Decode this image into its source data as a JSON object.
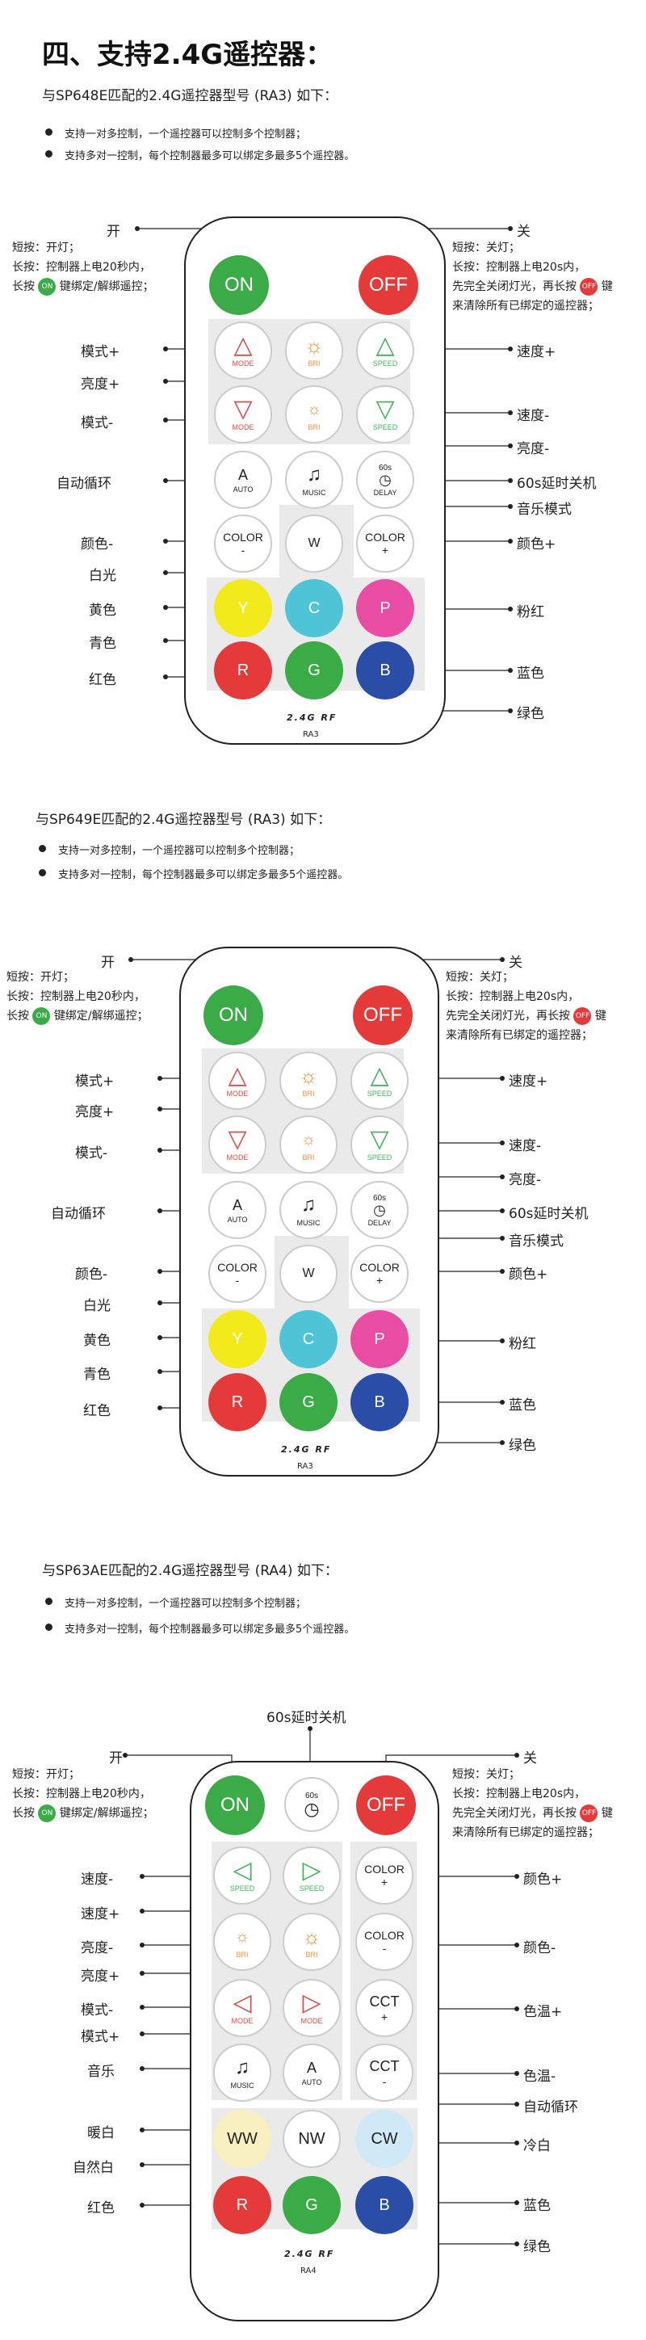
{
  "heading": "四、支持2.4G遥控器：",
  "sections": [
    {
      "intro": "与SP648E匹配的2.4G遥控器型号 (RA3) 如下：",
      "bullets": [
        "支持一对多控制，一个遥控器可以控制多个控制器；",
        "支持多对一控制，每个控制器最多可以绑定多最多5个遥控器。"
      ],
      "labels": {
        "on": "开",
        "off": "关",
        "mode_up": "模式+",
        "bri_up": "亮度+",
        "mode_down": "模式-",
        "auto": "自动循环",
        "color_down": "颜色-",
        "white": "白光",
        "yellow": "黄色",
        "cyan": "青色",
        "red": "红色",
        "speed_up": "速度+",
        "speed_down": "速度-",
        "bri_down": "亮度-",
        "delay": "60s延时关机",
        "music": "音乐模式",
        "color_up": "颜色+",
        "pink": "粉红",
        "blue": "蓝色",
        "green": "绿色"
      },
      "note_left": [
        "短按：开灯；",
        "长按：控制器上电20秒内，",
        "长按",
        "键绑定/解绑遥控；"
      ],
      "note_right": [
        "短按：关灯；",
        "长按：控制器上电20s内，",
        "先完全关闭灯光，再长按",
        "键",
        "来清除所有已绑定的遥控器；"
      ],
      "model": "RA3"
    },
    {
      "intro": "与SP649E匹配的2.4G遥控器型号 (RA3) 如下：",
      "bullets": [
        "支持一对多控制，一个遥控器可以控制多个控制器；",
        "支持多对一控制，每个控制器最多可以绑定多最多5个遥控器。"
      ],
      "labels": {
        "on": "开",
        "off": "关",
        "mode_up": "模式+",
        "bri_up": "亮度+",
        "mode_down": "模式-",
        "auto": "自动循环",
        "color_down": "颜色-",
        "white": "白光",
        "yellow": "黄色",
        "cyan": "青色",
        "red": "红色",
        "speed_up": "速度+",
        "speed_down": "速度-",
        "bri_down": "亮度-",
        "delay": "60s延时关机",
        "music": "音乐模式",
        "color_up": "颜色+",
        "pink": "粉红",
        "blue": "蓝色",
        "green": "绿色"
      },
      "note_left": [
        "短按：开灯；",
        "长按：控制器上电20秒内，",
        "长按",
        "键绑定/解绑遥控；"
      ],
      "note_right": [
        "短按：关灯；",
        "长按：控制器上电20s内，",
        "先完全关闭灯光，再长按",
        "键",
        "来清除所有已绑定的遥控器；"
      ],
      "model": "RA3"
    },
    {
      "intro": "与SP63AE匹配的2.4G遥控器型号 (RA4) 如下：",
      "bullets": [
        "支持一对多控制，一个遥控器可以控制多个控制器；",
        "支持多对一控制，每个控制器最多可以绑定多最多5个遥控器。"
      ],
      "labels": {
        "delay": "60s延时关机",
        "on": "开",
        "off": "关",
        "speed_down": "速度-",
        "speed_up": "速度+",
        "bri_down": "亮度-",
        "bri_up": "亮度+",
        "mode_down": "模式-",
        "mode_up": "模式+",
        "music": "音乐",
        "warm": "暖白",
        "natural": "自然白",
        "red": "红色",
        "color_up": "颜色+",
        "color_down": "颜色-",
        "cct_up": "色温+",
        "cct_down": "色温-",
        "auto": "自动循环",
        "cold": "冷白",
        "blue": "蓝色",
        "green": "绿色"
      },
      "note_left": [
        "短按：开灯；",
        "长按：控制器上电20秒内，",
        "长按",
        "键绑定/解绑遥控；"
      ],
      "note_right": [
        "短按：关灯；",
        "长按：控制器上电20s内，",
        "先完全关闭灯光，再长按",
        "键",
        "来清除所有已绑定的遥控器；"
      ],
      "model": "RA4"
    }
  ],
  "buttons": {
    "on": "ON",
    "off": "OFF",
    "mode": "MODE",
    "bri": "BRI",
    "speed": "SPEED",
    "auto": "AUTO",
    "music": "MUSIC",
    "delay": "DELAY",
    "delay_badge": "60s",
    "color": "COLOR",
    "plus": "+",
    "minus": "-",
    "w": "W",
    "y": "Y",
    "c": "C",
    "p": "P",
    "r": "R",
    "g": "G",
    "b": "B",
    "cct": "CCT",
    "ww": "WW",
    "nw": "NW",
    "cw": "CW",
    "a": "A",
    "brand": "2.4G RF"
  },
  "colors": {
    "green": "#3bab48",
    "red": "#e53a3a",
    "yellow": "#f2ea1a",
    "cyan": "#4fc4d6",
    "pink": "#e94ca3",
    "blue": "#2a4ea8",
    "ww": "#f9f0c2",
    "cw": "#cfe9f6",
    "mode": "#e04848",
    "bri": "#f0923a",
    "speed": "#3db25a"
  }
}
